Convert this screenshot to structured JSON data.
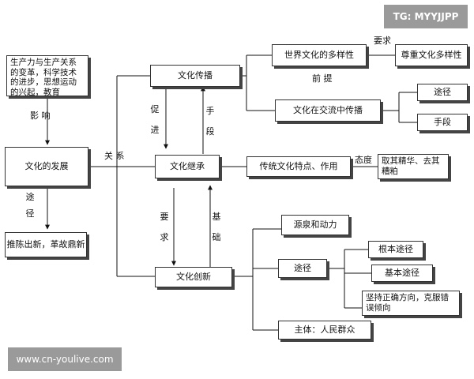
{
  "watermarks": {
    "top_right": "TG: MYYJJPP",
    "bottom_left": "www.cn-youlive.com"
  },
  "nodes": {
    "factors": "生产力与生产关系的变革，科学技术的进步，思想运动的兴起，教育",
    "development": "文化的发展",
    "new_culture": "推陈出新，革故鼎新",
    "spread": "文化传播",
    "inherit": "文化继承",
    "innovate": "文化创新",
    "diversity": "世界文化的多样性",
    "respect": "尊重文化多样性",
    "exchange": "文化在交流中传播",
    "way": "途径",
    "means": "手段",
    "traditional": "传统文化特点、作用",
    "attitude": "取其精华、去其糟粕",
    "source": "源泉和动力",
    "paths": "途径",
    "basic_path": "根本途径",
    "basic_path2": "基本途径",
    "direction": "坚持正确方向，克服错误倾向",
    "subject": "主体：人民群众"
  },
  "labels": {
    "influence": "影 响",
    "way_down": "途径",
    "relation": "关 系",
    "promote": "促进",
    "means_up": "手段",
    "require": "要求",
    "basis": "基础",
    "req_top": "要求",
    "premise": "前 提",
    "attitude": "态度"
  }
}
